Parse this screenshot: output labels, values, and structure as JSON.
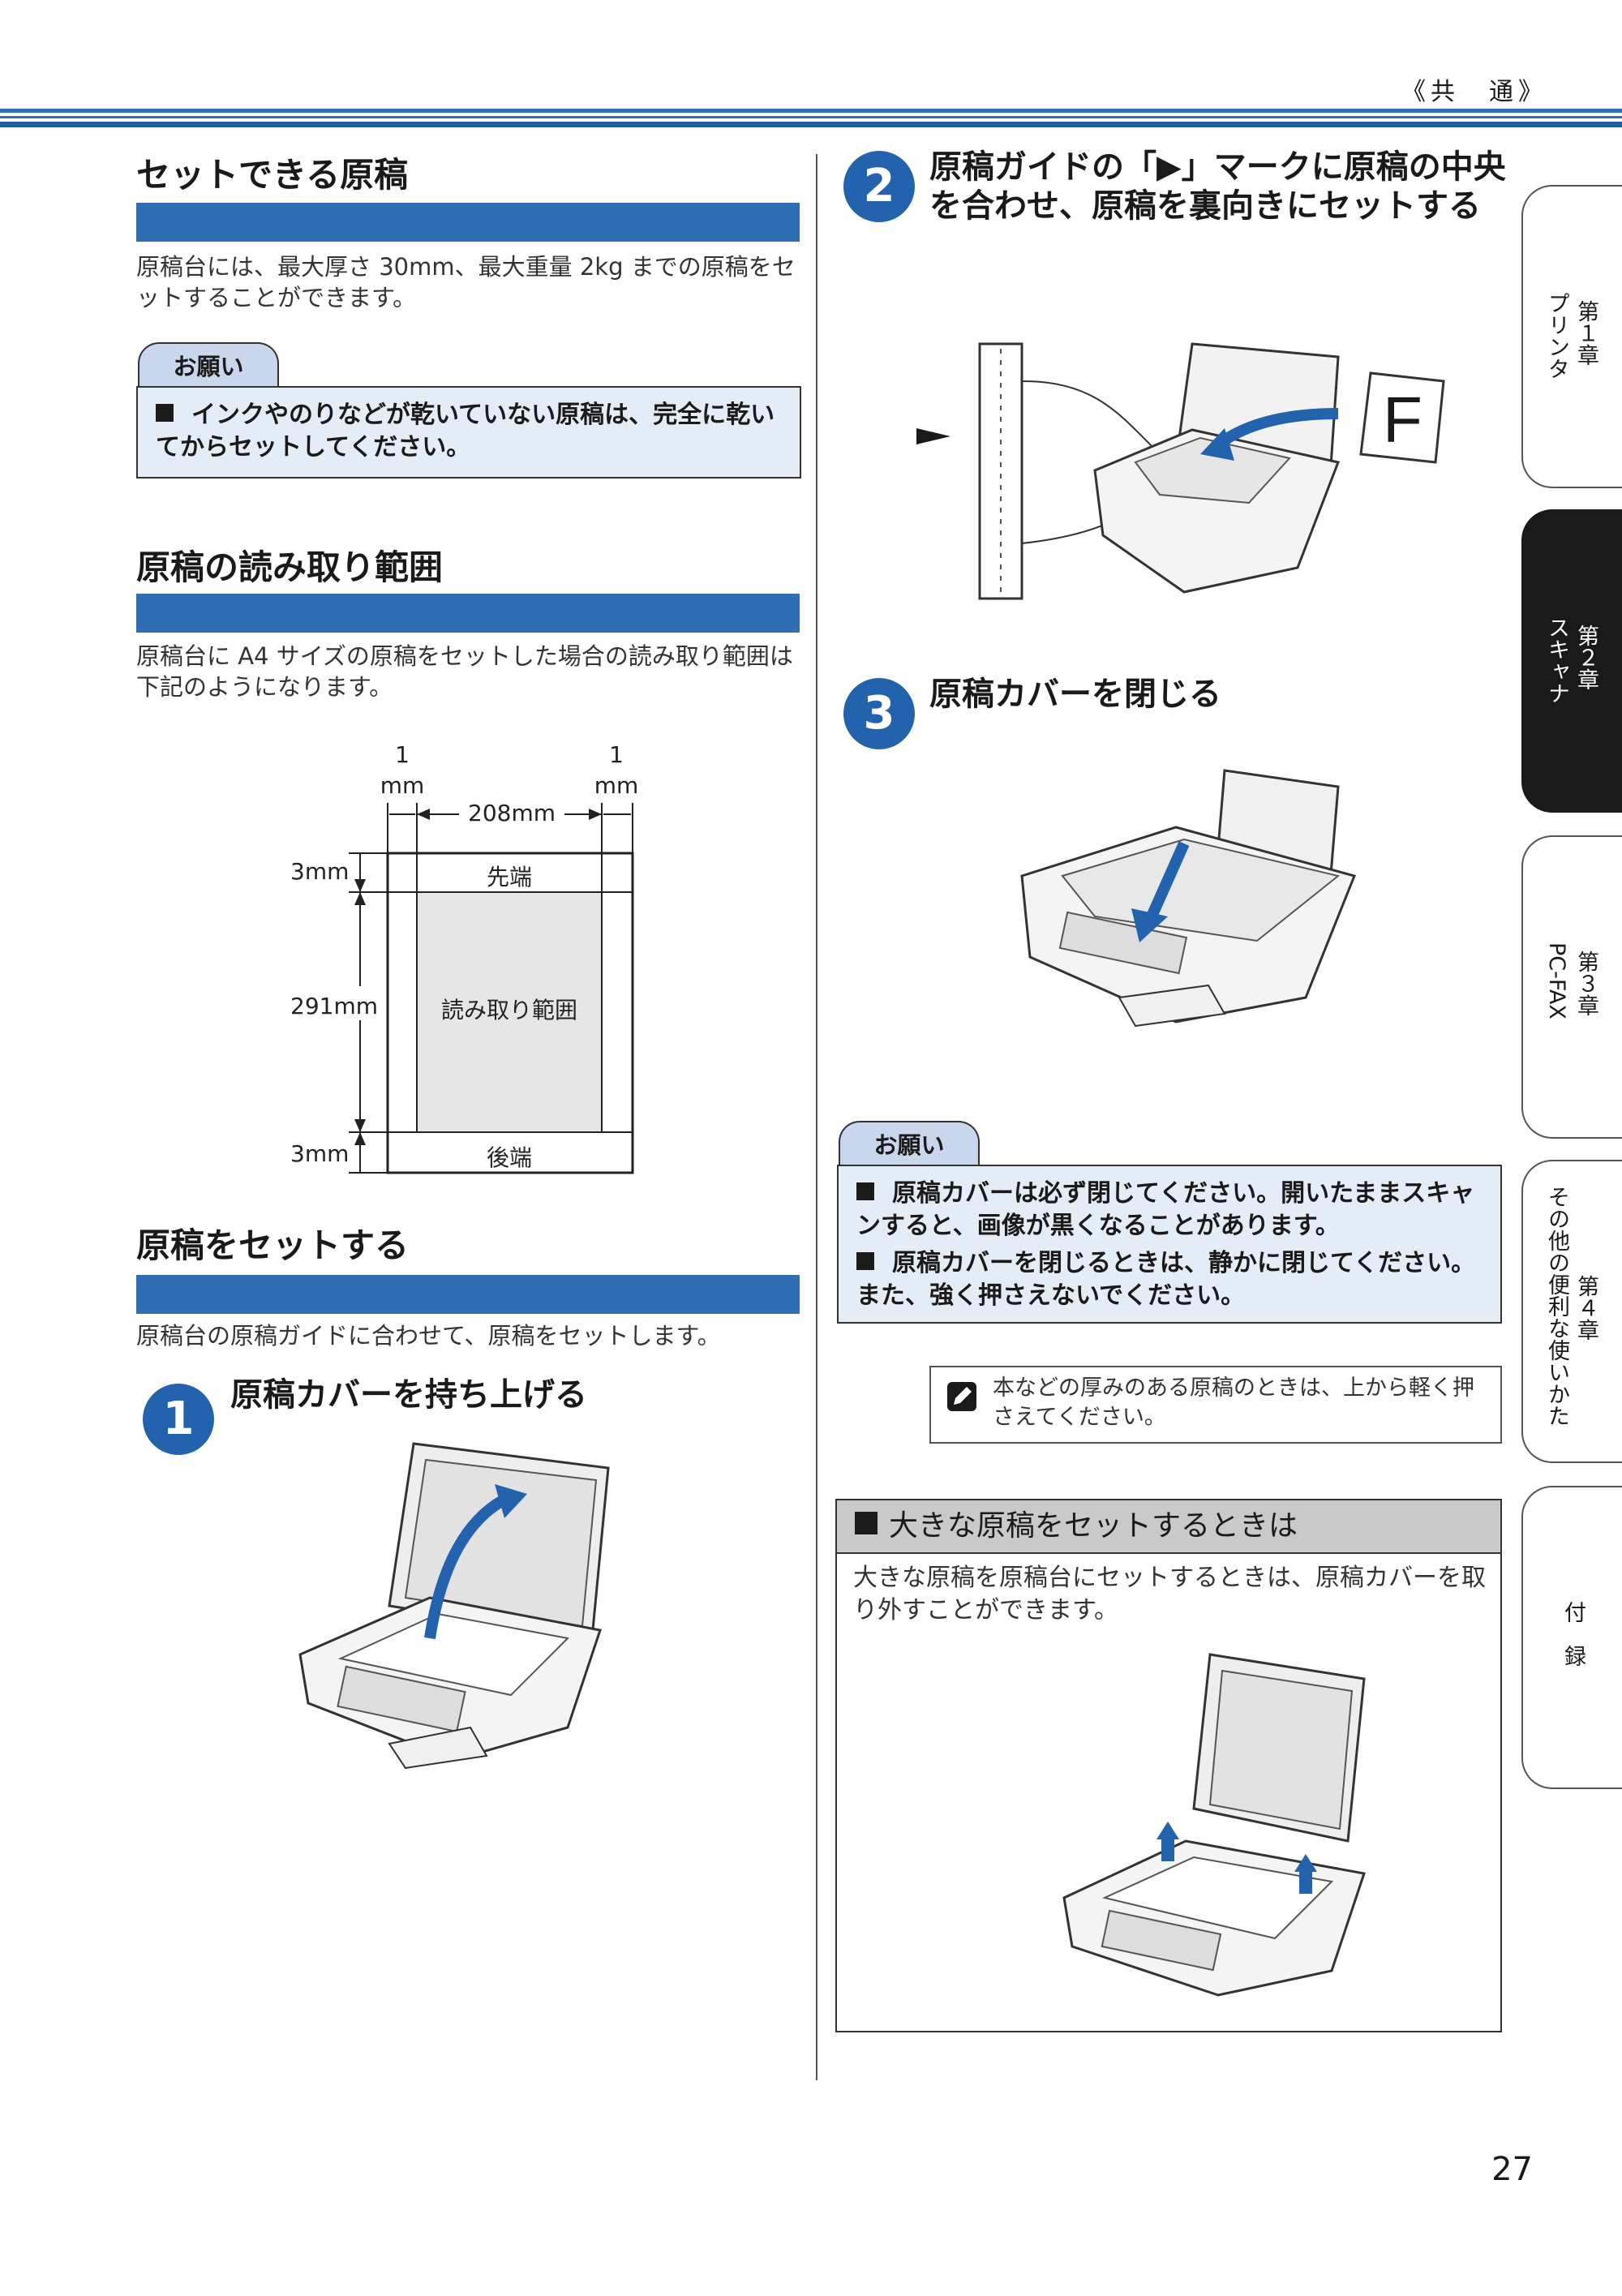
{
  "header": {
    "section_tag": "《共　通》"
  },
  "sections": {
    "set_originals": {
      "title": "セットできる原稿",
      "body": "原稿台には、最大厚さ 30mm、最大重量 2kg までの原稿をセットすることができます。",
      "note_label": "お願い",
      "note_item": "インクやのりなどが乾いていない原稿は、完全に乾いてからセットしてください。"
    },
    "scan_range": {
      "title": "原稿の読み取り範囲",
      "body": "原稿台に A4 サイズの原稿をセットした場合の読み取り範囲は下記のようになります。"
    },
    "set_procedure": {
      "title": "原稿をセットする",
      "body": "原稿台の原稿ガイドに合わせて、原稿をセットします。"
    }
  },
  "diagram": {
    "left_margin": "1\nmm",
    "right_margin": "1\nmm",
    "width": "208mm",
    "top_margin": "3mm",
    "height": "291mm",
    "bottom_margin": "3mm",
    "top_label": "先端",
    "center_label": "読み取り範囲",
    "bottom_label": "後端"
  },
  "steps": [
    {
      "number": "1",
      "title": "原稿カバーを持ち上げる"
    },
    {
      "number": "2",
      "title": "原稿ガイドの「▶」マークに原稿の中央を合わせ、原稿を裏向きにセットする"
    },
    {
      "number": "3",
      "title": "原稿カバーを閉じる"
    }
  ],
  "note2": {
    "label": "お願い",
    "items": [
      "原稿カバーは必ず閉じてください。開いたままスキャンすると、画像が黒くなることがあります。",
      "原稿カバーを閉じるときは、静かに閉じてください。また、強く押さえないでください。"
    ]
  },
  "memo": {
    "text": "本などの厚みのある原稿のときは、上から軽く押さえてください。"
  },
  "large_originals": {
    "title": "大きな原稿をセットするときは",
    "body": "大きな原稿を原稿台にセットするときは、原稿カバーを取り外すことができます。"
  },
  "side_tabs": [
    {
      "chapter": "第１章",
      "name": "プリンタ",
      "active": false
    },
    {
      "chapter": "第２章",
      "name": "スキャナ",
      "active": true
    },
    {
      "chapter": "第３章",
      "name": "PC-FAX",
      "active": false
    },
    {
      "chapter": "第４章",
      "name": "その他の便利な使いかた",
      "active": false
    },
    {
      "chapter": "付　録",
      "name": "",
      "active": false
    }
  ],
  "page_number": "27",
  "colors": {
    "accent": "#2f6eb3",
    "step": "#2363ad",
    "note_bg": "#e4ecf6",
    "tab_bg": "#c8d7ec"
  }
}
